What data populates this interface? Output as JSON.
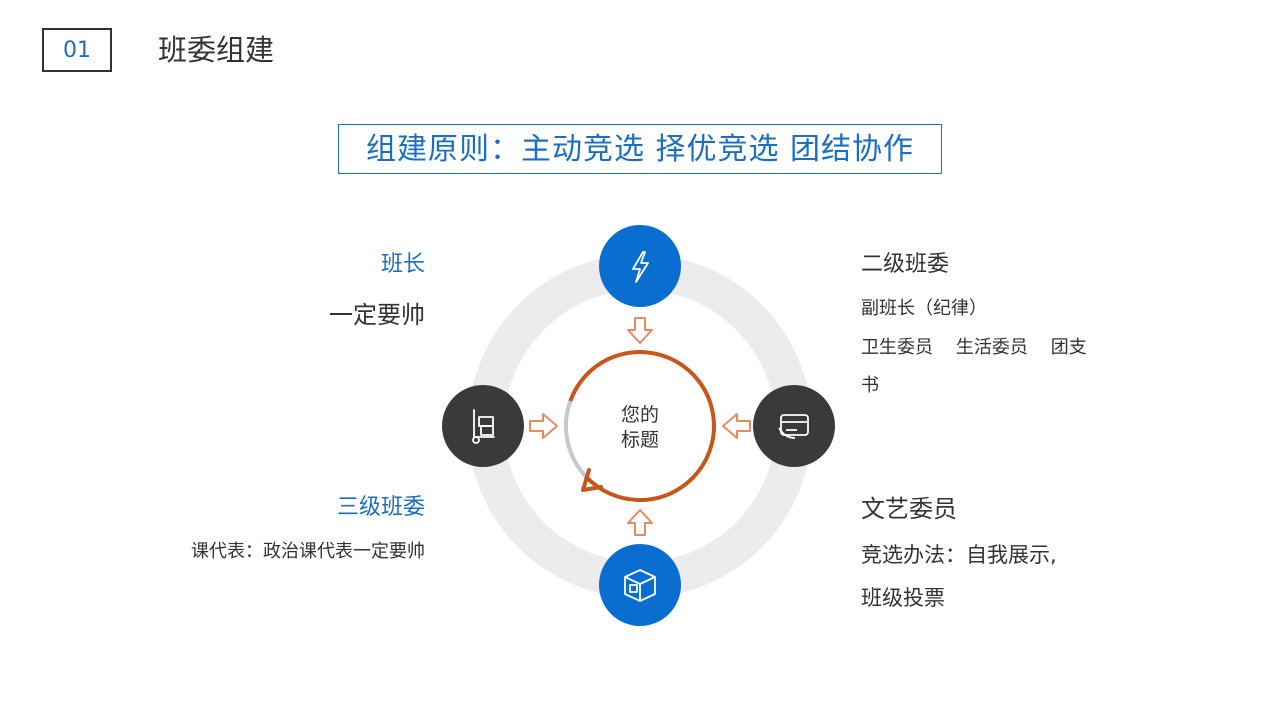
{
  "header": {
    "number": "01",
    "title": "班委组建"
  },
  "principle": {
    "text": "组建原则：主动竞选  择优竞选 团结协作"
  },
  "center": {
    "line1": "您的",
    "line2": "标题"
  },
  "nodes": [
    {
      "position": "top",
      "icon": "lightning-icon",
      "color": "#0a6ed1"
    },
    {
      "position": "right",
      "icon": "card-icon",
      "color": "#3a3a3a"
    },
    {
      "position": "bottom",
      "icon": "box-icon",
      "color": "#0a6ed1"
    },
    {
      "position": "left",
      "icon": "trolley-icon",
      "color": "#3a3a3a"
    }
  ],
  "sections": {
    "top_left": {
      "title": "班长",
      "desc": "一定要帅"
    },
    "top_right": {
      "title": "二级班委",
      "line1": "副班长（纪律）",
      "line2": "卫生委员    生活委员    团支",
      "line3": "书"
    },
    "bottom_left": {
      "title": "三级班委",
      "desc": "课代表：政治课代表一定要帅"
    },
    "bottom_right": {
      "title": "文艺委员",
      "line1": "竞选办法：自我展示,",
      "line2": "班级投票"
    }
  },
  "colors": {
    "accent_blue": "#1a6fc4",
    "node_blue": "#0a6ed1",
    "node_dark": "#3a3a3a",
    "ring_gray": "#ececec",
    "orange": "#c8561a",
    "arrow_orange": "#e98a5e"
  }
}
